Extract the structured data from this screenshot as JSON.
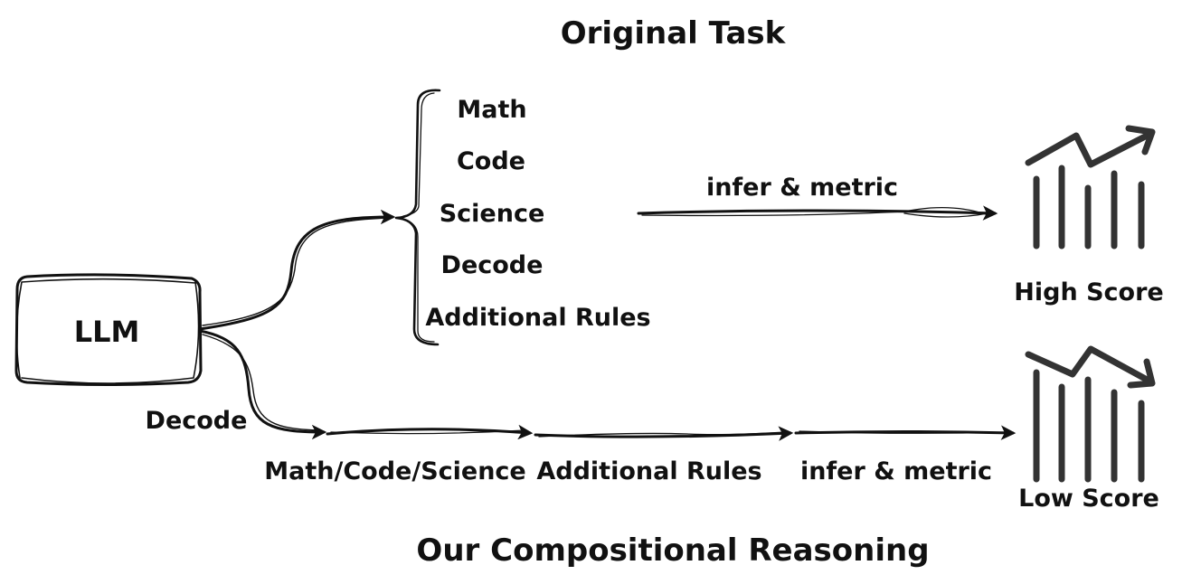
{
  "title_top": "Original Task",
  "title_bottom": "Our Compositional Reasoning",
  "llm_label": "LLM",
  "original_tasks": [
    "Math",
    "Code",
    "Science",
    "Decode",
    "Additional Rules"
  ],
  "top_arrow_label": "infer & metric",
  "high_score_label": "High Score",
  "low_score_label": "Low Score",
  "bottom_branch_label": "Decode",
  "bottom_steps": [
    "Math/Code/Science",
    "Additional Rules",
    "infer & metric"
  ],
  "colors": {
    "ink": "#111111",
    "chart": "#333333",
    "background": "#ffffff"
  },
  "icons": {
    "high_score": "trend-up-bar-chart-icon",
    "low_score": "trend-down-bar-chart-icon"
  }
}
